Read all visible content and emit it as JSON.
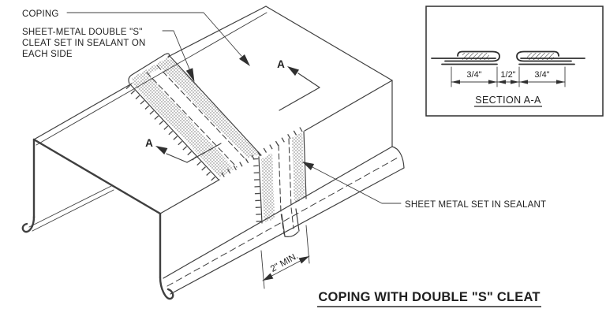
{
  "labels": {
    "coping": "COPING",
    "cleat_l1": "SHEET-METAL DOUBLE \"S\"",
    "cleat_l2": "CLEAT SET IN SEALANT ON",
    "cleat_l3": "EACH SIDE",
    "sheet_metal": "SHEET METAL SET IN SEALANT",
    "marker_a": "A",
    "dim_min": "2\" MIN."
  },
  "section": {
    "dims": {
      "left": "3/4\"",
      "center": "1/2\"",
      "right": "3/4\""
    },
    "caption": "SECTION A-A"
  },
  "title": "COPING WITH DOUBLE \"S\" CLEAT",
  "colors": {
    "line": "#3f3f3f",
    "text": "#1f1f1f",
    "background": "#ffffff"
  }
}
